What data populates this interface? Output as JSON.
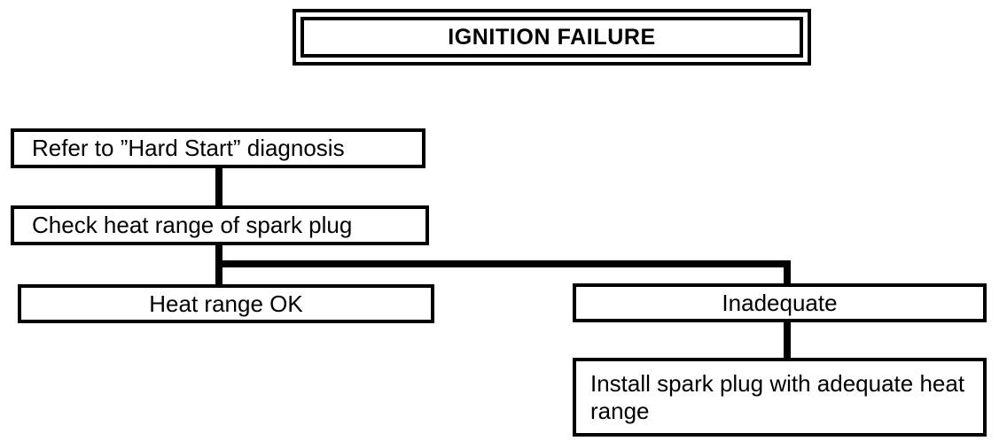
{
  "diagram": {
    "title": "IGNITION FAILURE",
    "type": "flowchart",
    "nodes": [
      {
        "id": "title",
        "label": "IGNITION FAILURE"
      },
      {
        "id": "refer",
        "label": "Refer to ”Hard Start” diagnosis"
      },
      {
        "id": "check",
        "label": "Check heat range of spark plug"
      },
      {
        "id": "ok",
        "label": "Heat range OK"
      },
      {
        "id": "inadequate",
        "label": "Inadequate"
      },
      {
        "id": "install",
        "label": "Install spark plug with adequate heat range"
      }
    ],
    "edges": [
      {
        "from": "refer",
        "to": "check"
      },
      {
        "from": "check",
        "to": "ok"
      },
      {
        "from": "check",
        "to": "inadequate"
      },
      {
        "from": "inadequate",
        "to": "install"
      }
    ],
    "colors": {
      "stroke": "#000000",
      "fill": "#ffffff",
      "text": "#000000"
    }
  }
}
